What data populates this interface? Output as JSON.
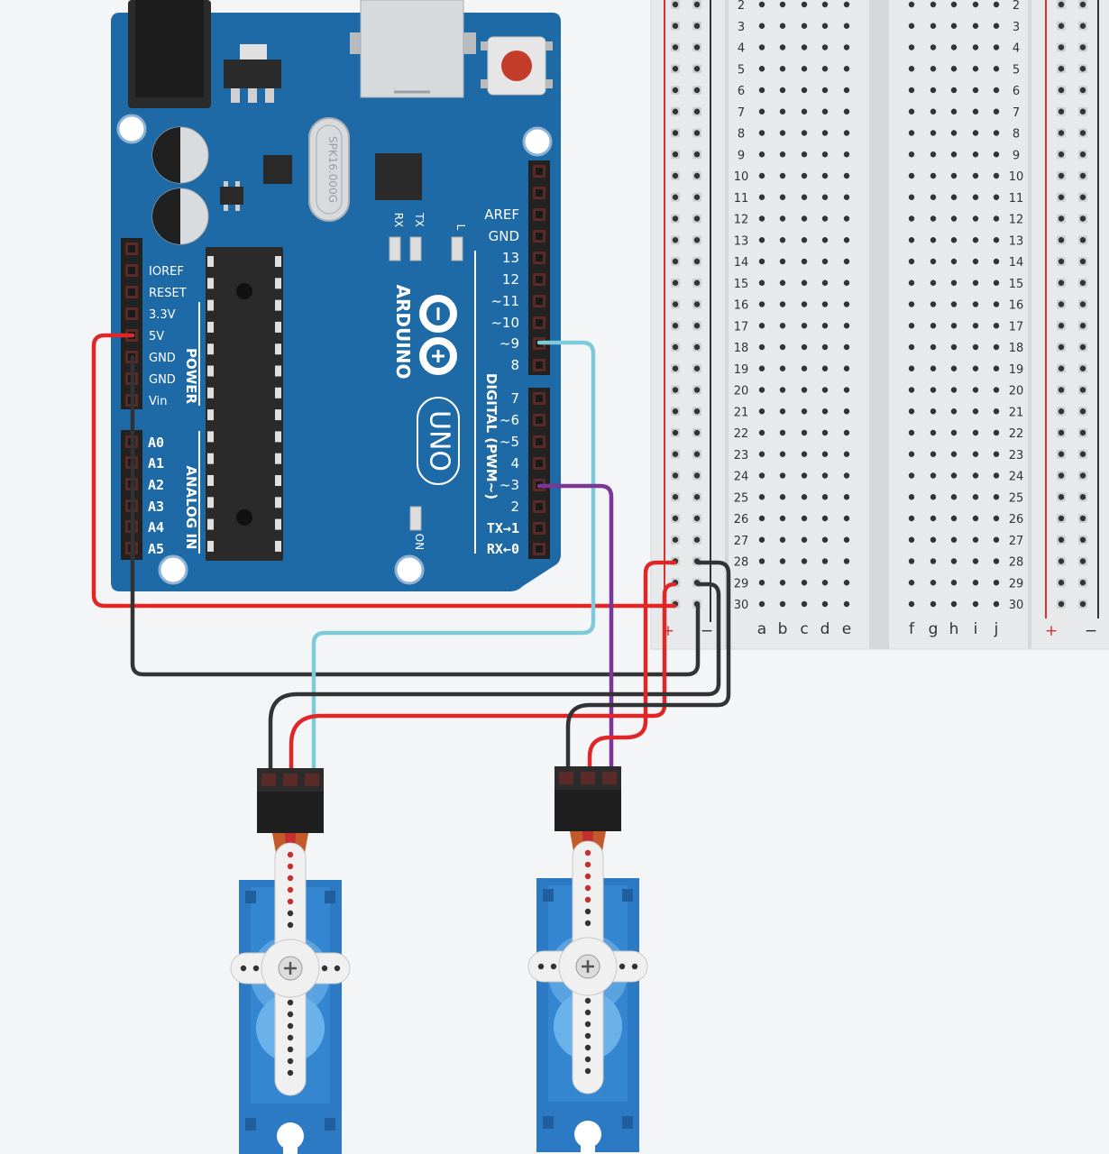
{
  "arduino": {
    "brand": "ARDUINO",
    "model": "UNO",
    "crystal": "SPK16.000G",
    "power_header": "POWER",
    "analog_header": "ANALOG IN",
    "digital_header": "DIGITAL (PWM~)",
    "led_rx": "RX",
    "led_tx": "TX",
    "led_l": "L",
    "led_on": "ON",
    "power_pins": [
      "IOREF",
      "RESET",
      "3.3V",
      "5V",
      "GND",
      "GND",
      "Vin"
    ],
    "analog_pins": [
      "A0",
      "A1",
      "A2",
      "A3",
      "A4",
      "A5"
    ],
    "digital_top_pins": [
      "AREF",
      "GND",
      "13",
      "12",
      "~11",
      "~10",
      "~9",
      "8"
    ],
    "digital_bottom_pins": [
      "7",
      "~6",
      "~5",
      "4",
      "~3",
      "2",
      "TX→1",
      "RX←0"
    ]
  },
  "breadboard": {
    "rows": [
      "2",
      "3",
      "4",
      "5",
      "6",
      "7",
      "8",
      "9",
      "10",
      "11",
      "12",
      "13",
      "14",
      "15",
      "16",
      "17",
      "18",
      "19",
      "20",
      "21",
      "22",
      "23",
      "24",
      "25",
      "26",
      "27",
      "28",
      "29",
      "30"
    ],
    "cols_left": [
      "a",
      "b",
      "c",
      "d",
      "e"
    ],
    "cols_right": [
      "f",
      "g",
      "h",
      "i",
      "j"
    ],
    "rail_plus": "+",
    "rail_minus": "−"
  },
  "colors": {
    "board": "#1e6aa6",
    "wire_red": "#e02727",
    "wire_black": "#333333",
    "wire_cyan": "#7dcad8",
    "wire_purple": "#7a3795",
    "servo_body": "#2d7ac4",
    "rail_red": "#d9302f"
  },
  "icons": [
    "usb-port-icon",
    "reset-button-icon",
    "power-jack-icon",
    "servo-horn-icon"
  ]
}
